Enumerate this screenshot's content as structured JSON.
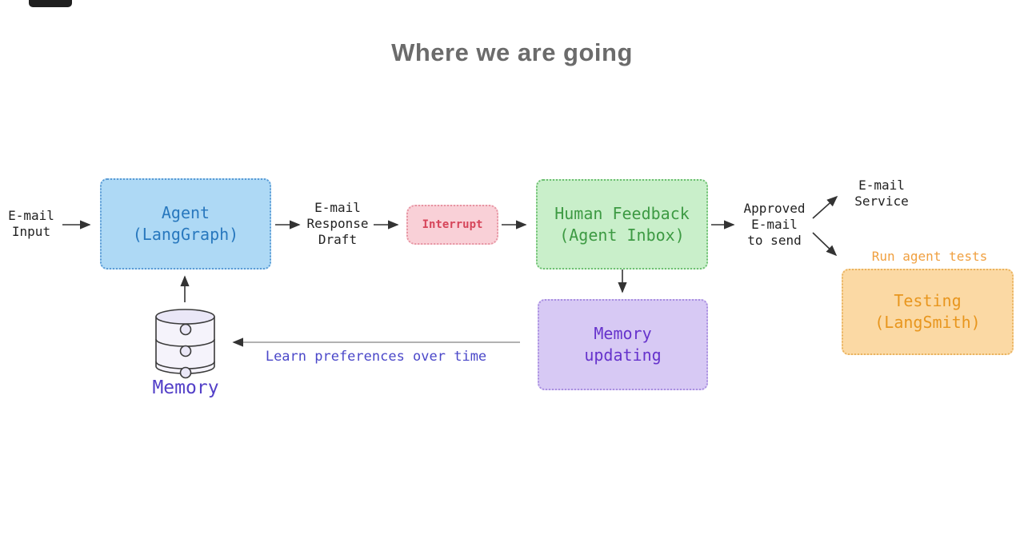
{
  "title": "Where we are going",
  "colors": {
    "topbar": "#1f1f1f",
    "title_text": "#6b6b6b",
    "dark_text": "#222222",
    "arrow": "#333333",
    "arrow_gray": "#999999",
    "agent_fill": "#aed9f5",
    "agent_border": "#5b9bd5",
    "agent_text": "#2878be",
    "interrupt_fill": "#f9d0d7",
    "interrupt_border": "#e694a2",
    "interrupt_text": "#d6455a",
    "feedback_fill": "#c9efca",
    "feedback_border": "#6dbf71",
    "feedback_text": "#3d9a43",
    "memoryupd_fill": "#d7c9f4",
    "memoryupd_border": "#a98fe0",
    "memoryupd_text": "#6633cc",
    "testing_fill": "#fbd9a4",
    "testing_border": "#eab35f",
    "testing_text": "#e8961e",
    "run_tests_text": "#f0a040",
    "learn_text": "#4b48c9",
    "memory_label_text": "#5340c8",
    "cylinder_fill": "#f5f3fb",
    "cylinder_top_fill": "#eae7f7",
    "cylinder_stroke": "#3a3a3a"
  },
  "nodes": {
    "agent": {
      "label": "Agent\n(LangGraph)"
    },
    "interrupt": {
      "label": "Interrupt"
    },
    "human_feedback": {
      "label": "Human Feedback\n(Agent Inbox)"
    },
    "memory_updating": {
      "label": "Memory\nupdating"
    },
    "testing": {
      "label": "Testing\n(LangSmith)"
    }
  },
  "labels": {
    "email_input": "E-mail\nInput",
    "email_response_draft": "E-mail\nResponse\nDraft",
    "approved_email": "Approved\nE-mail\nto send",
    "email_service": "E-mail\nService",
    "run_agent_tests": "Run agent tests",
    "learn_preferences": "Learn preferences over time",
    "memory": "Memory"
  }
}
